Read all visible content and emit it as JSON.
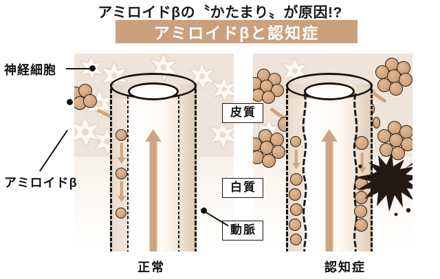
{
  "header": {
    "headline": "アミロイドβの〝かたまり〟が原因!?",
    "banner_title": "アミロイドβと認知症",
    "banner_color": "#cda07c"
  },
  "labels": {
    "neuron": "神経細胞",
    "amyloid_beta": "アミロイドβ",
    "cortex": "皮質",
    "white_matter": "白質",
    "artery": "動脈"
  },
  "panels": {
    "left": {
      "caption": "正常"
    },
    "right": {
      "caption": "認知症"
    }
  },
  "colors": {
    "cortex_bg": "#efe4d9",
    "white_matter_bg": "#f9f4ee",
    "amyloid": "#d2a57d",
    "arrow": "#cfa581",
    "vessel_outline": "#16120e",
    "hemorrhage": "#241a12"
  }
}
